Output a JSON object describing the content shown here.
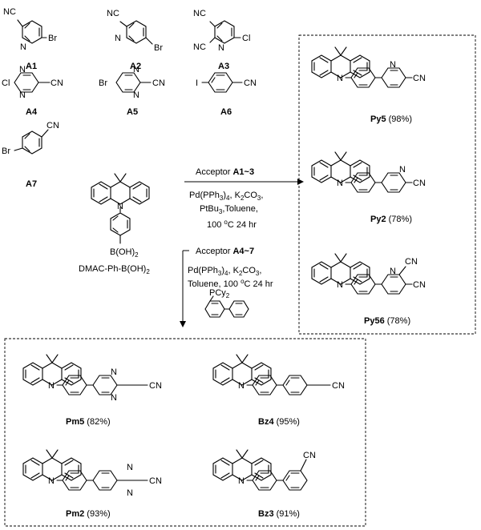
{
  "acceptors": [
    {
      "id": "A1",
      "atoms": [
        "NC",
        "N",
        "Br"
      ]
    },
    {
      "id": "A2",
      "atoms": [
        "NC",
        "N",
        "Br"
      ]
    },
    {
      "id": "A3",
      "atoms": [
        "NC",
        "NC",
        "N",
        "Cl"
      ]
    },
    {
      "id": "A4",
      "atoms": [
        "Cl",
        "N",
        "N",
        "CN"
      ]
    },
    {
      "id": "A5",
      "atoms": [
        "Br",
        "N",
        "N",
        "CN"
      ]
    },
    {
      "id": "A6",
      "atoms": [
        "I",
        "CN"
      ]
    },
    {
      "id": "A7",
      "atoms": [
        "CN",
        "Br"
      ]
    }
  ],
  "donor": {
    "name_main": "DMAC-Ph-B(OH)",
    "name_sub": "2",
    "boron_main": "B(OH)",
    "boron_sub": "2",
    "n_atom": "N"
  },
  "route_top": {
    "acceptor_prefix": "Acceptor ",
    "acceptor_range": "A1~3",
    "line1_a": "Pd(PPh",
    "line1_b": "3",
    "line1_c": ")",
    "line1_d": "4",
    "line1_e": ", K",
    "line1_f": "2",
    "line1_g": "CO",
    "line1_h": "3",
    "line1_i": ",",
    "line2_a": "PtBu",
    "line2_b": "3",
    "line2_c": ",Toluene,",
    "line3_a": "100 ",
    "line3_b": "o",
    "line3_c": "C 24 hr"
  },
  "route_bottom": {
    "acceptor_prefix": "Acceptor ",
    "acceptor_range": "A4~7",
    "line1_a": "Pd(PPh",
    "line1_b": "3",
    "line1_c": ")",
    "line1_d": "4",
    "line1_e": ", K",
    "line1_f": "2",
    "line1_g": "CO",
    "line1_h": "3",
    "line1_i": ",",
    "line2_a": "Toluene, 100 ",
    "line2_b": "o",
    "line2_c": "C 24 hr",
    "ligand_a": "PCy",
    "ligand_b": "2"
  },
  "products_pyridine": [
    {
      "id": "Py5",
      "yield": " (98%)",
      "atoms": [
        "N",
        "N",
        "CN"
      ]
    },
    {
      "id": "Py2",
      "yield": " (78%)",
      "atoms": [
        "N",
        "N",
        "CN"
      ]
    },
    {
      "id": "Py56",
      "yield": " (78%)",
      "atoms": [
        "N",
        "N",
        "CN",
        "CN"
      ]
    }
  ],
  "products_other": [
    {
      "id": "Pm5",
      "yield": " (82%)",
      "atoms": [
        "N",
        "N",
        "N",
        "CN"
      ]
    },
    {
      "id": "Bz4",
      "yield": " (95%)",
      "atoms": [
        "N",
        "CN"
      ]
    },
    {
      "id": "Pm2",
      "yield": " (93%)",
      "atoms": [
        "N",
        "N",
        "N",
        "CN"
      ]
    },
    {
      "id": "Bz3",
      "yield": " (91%)",
      "atoms": [
        "N",
        "CN"
      ]
    }
  ]
}
